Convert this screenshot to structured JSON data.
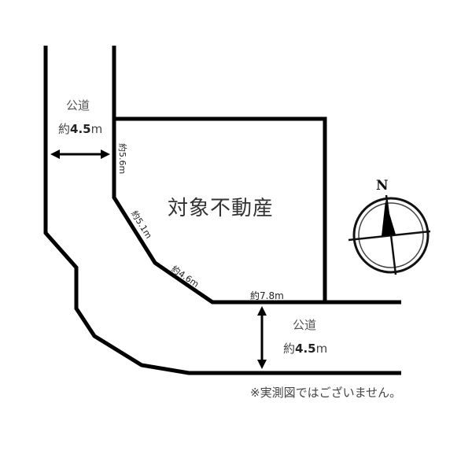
{
  "diagram": {
    "subject_label": "対象不動産",
    "roads": [
      {
        "id": "west",
        "name": "公道",
        "width_prefix": "約",
        "width_value": "4.5",
        "width_unit": "m"
      },
      {
        "id": "south",
        "name": "公道",
        "width_prefix": "約",
        "width_value": "4.5",
        "width_unit": "m"
      }
    ],
    "boundary_dimensions": [
      {
        "id": "west-edge",
        "text": "約5.6m"
      },
      {
        "id": "diag-upper",
        "text": "約5.1m"
      },
      {
        "id": "diag-lower",
        "text": "約4.6m"
      },
      {
        "id": "south-edge",
        "text": "約7.8m"
      }
    ],
    "compass": {
      "north_label": "N"
    },
    "note": "※実測図ではございません。",
    "colors": {
      "line": "#000000",
      "background": "#ffffff",
      "text": "#333333"
    }
  }
}
